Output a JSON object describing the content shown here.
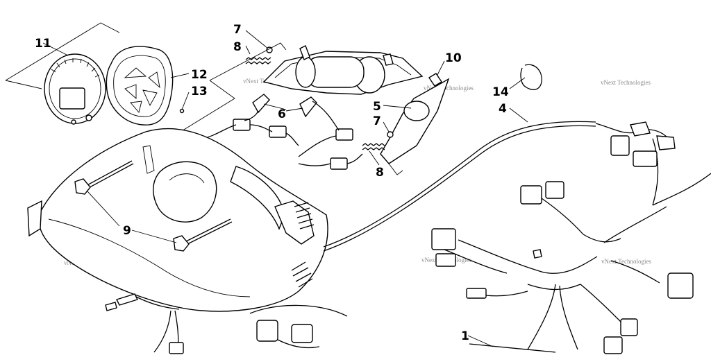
{
  "callouts": {
    "c1": "1",
    "c4": "4",
    "c5": "5",
    "c6": "6",
    "c7a": "7",
    "c7b": "7",
    "c8a": "8",
    "c8b": "8",
    "c9": "9",
    "c10": "10",
    "c11": "11",
    "c12": "12",
    "c13": "13",
    "c14": "14"
  },
  "watermark": {
    "text": "vNext Technologies"
  }
}
